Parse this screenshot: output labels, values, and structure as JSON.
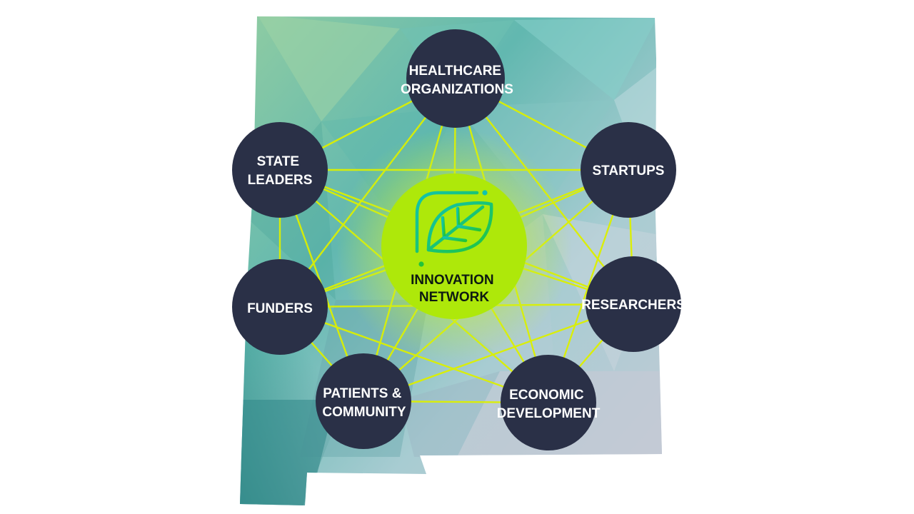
{
  "hub": {
    "lines": [
      "INNOVATION",
      "NETWORK"
    ],
    "logo_icon": "leaf-icon"
  },
  "nodes": [
    {
      "id": "healthcare",
      "lines": [
        "HEALTHCARE",
        "ORGANIZATIONS"
      ]
    },
    {
      "id": "state-leaders",
      "lines": [
        "STATE",
        "LEADERS"
      ]
    },
    {
      "id": "startups",
      "lines": [
        "STARTUPS"
      ]
    },
    {
      "id": "funders",
      "lines": [
        "FUNDERS"
      ]
    },
    {
      "id": "researchers",
      "lines": [
        "RESEARCHERS"
      ]
    },
    {
      "id": "patients-community",
      "lines": [
        "PATIENTS &",
        "COMMUNITY"
      ]
    },
    {
      "id": "economic-development",
      "lines": [
        "ECONOMIC",
        "DEVELOPMENT"
      ]
    }
  ],
  "colors": {
    "node_fill": "#2a3047",
    "hub_fill": "#aee80a",
    "connector": "#dcf000",
    "logo_gradient_start": "#0fc6a8",
    "logo_gradient_end": "#2bc63a",
    "map_teal": "#3f9a93",
    "map_light": "#c8d7df"
  }
}
